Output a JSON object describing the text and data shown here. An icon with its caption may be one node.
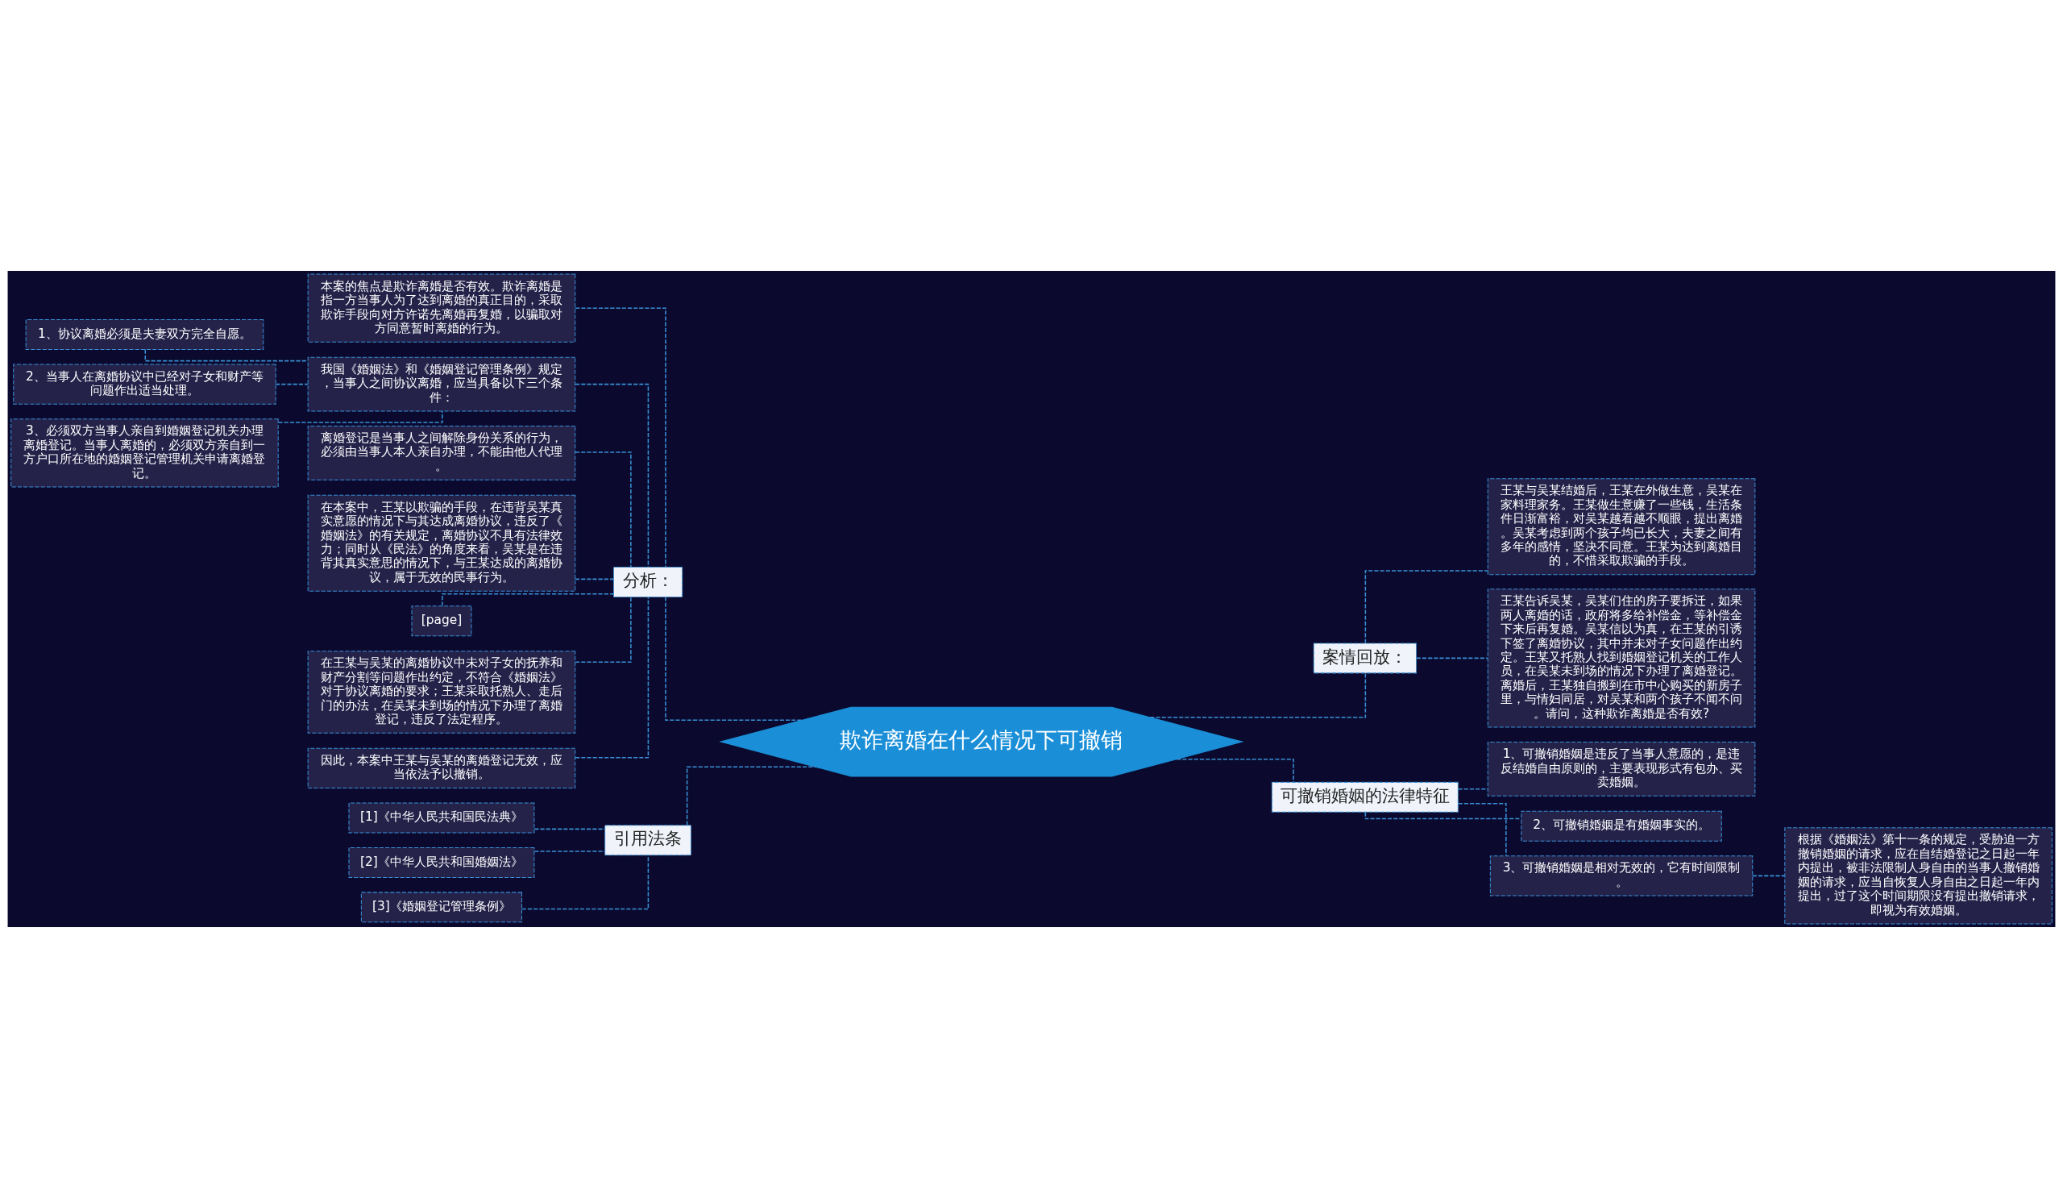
{
  "diagram": {
    "nodes": [
      {
        "text": [
          "欺诈离婚在什么情况下可撤销"
        ]
      },
      {
        "text": [
          "分析："
        ]
      },
      {
        "text": [
          "本案的焦点是欺诈离婚是否有效。欺诈离婚是指一方当事人为了达到离婚的真正目的，采取欺诈手段向对方许诺先离婚再复婚，以骗取对方同意暂时离婚的行为。"
        ]
      },
      {
        "text": [
          "我国《婚姻法》和《婚姻登记管理条例》规定，当事人之间协议离婚，应当具备以下三个条件："
        ]
      },
      {
        "text": [
          "1、协议离婚必须是夫妻双方完全自愿。"
        ]
      },
      {
        "text": [
          "2、当事人在离婚协议中已经对子女和财产等问题作出适当处理。"
        ]
      },
      {
        "text": [
          "3、必须双方当事人亲自到婚姻登记机关办理离婚登记。当事人离婚的，必须双方亲自到一方户口所在地的婚姻登记管理机关申请离婚登记。"
        ]
      },
      {
        "text": [
          "离婚登记是当事人之间解除身份关系的行为，必须由当事人本人亲自办理，不能由他人代理。"
        ]
      },
      {
        "text": [
          "在本案中，王某以欺骗的手段，在违背吴某真实意愿的情况下与其达成离婚协议，违反了《婚姻法》的有关规定，离婚协议不具有法律效力；同时从《民法》的角度来看，吴某是在违背其真实意思的情况下，与王某达成的离婚协议，属于无效的民事行为。"
        ]
      },
      {
        "text": [
          "[page]"
        ]
      },
      {
        "text": [
          "在王某与吴某的离婚协议中未对子女的抚养和财产分割等问题作出约定，不符合《婚姻法》对于协议离婚的要求；王某采取托熟人、走后门的办法，在吴某未到场的情况下办理了离婚登记，违反了法定程序。"
        ]
      },
      {
        "text": [
          "因此，本案中王某与吴某的离婚登记无效，应当依法予以撤销。"
        ]
      },
      {
        "text": [
          "引用法条"
        ]
      },
      {
        "text": [
          "[1]《中华人民共和国民法典》"
        ]
      },
      {
        "text": [
          "[2]《中华人民共和国婚姻法》"
        ]
      },
      {
        "text": [
          "[3]《婚姻登记管理条例》"
        ]
      },
      {
        "text": [
          "案情回放："
        ]
      },
      {
        "text": [
          "王某与吴某结婚后，王某在外做生意，吴某在家料理家务。王某做生意赚了一些钱，生活条件日渐富裕，对吴某越看越不顺眼，提出离婚。吴某考虑到两个孩子均已长大，夫妻之间有多年的感情，坚决不同意。王某为达到离婚目的，不惜采取欺骗的手段。"
        ]
      },
      {
        "text": [
          "王某告诉吴某，吴某们住的房子要拆迁，如果两人离婚的话，政府将多给补偿金，等补偿金下来后再复婚。吴某信以为真，在王某的引诱下签了离婚协议，其中并未对子女问题作出约定。王某又托熟人找到婚姻登记机关的工作人员，在吴某未到场的情况下办理了离婚登记。离婚后，王某独自搬到在市中心购买的新房子里，与情妇同居，对吴某和两个孩子不闻不问。请问，这种欺诈离婚是否有效?"
        ]
      },
      {
        "text": [
          "可撤销婚姻的法律特征"
        ]
      },
      {
        "text": [
          "1、可撤销婚姻是违反了当事人意愿的，是违反结婚自由原则的，主要表现形式有包办、买卖婚姻。"
        ]
      },
      {
        "text": [
          "2、可撤销婚姻是有婚姻事实的。"
        ]
      },
      {
        "text": [
          "3、可撤销婚姻是相对无效的，它有时间限制。"
        ]
      },
      {
        "text": [
          "根据《婚姻法》第十一条的规定，受胁迫一方撤销婚姻的请求，应在自结婚登记之日起一年内提出，被非法限制人身自由的当事人撤销婚姻的请求，应当自恢复人身自由之日起一年内提出，过了这个时间期限没有提出撤销请求，即视为有效婚姻。"
        ]
      }
    ],
    "edges": [
      {
        "from": 0,
        "to": 1,
        "arrow": "none"
      },
      {
        "from": 1,
        "to": 2,
        "arrow": "none"
      },
      {
        "from": 1,
        "to": 3,
        "arrow": "none"
      },
      {
        "from": 3,
        "to": 4,
        "arrow": "none"
      },
      {
        "from": 3,
        "to": 5,
        "arrow": "none"
      },
      {
        "from": 3,
        "to": 6,
        "arrow": "none"
      },
      {
        "from": 1,
        "to": 7,
        "arrow": "none"
      },
      {
        "from": 1,
        "to": 8,
        "arrow": "none"
      },
      {
        "from": 1,
        "to": 9,
        "arrow": "none"
      },
      {
        "from": 1,
        "to": 10,
        "arrow": "none"
      },
      {
        "from": 1,
        "to": 11,
        "arrow": "none"
      },
      {
        "from": 0,
        "to": 12,
        "arrow": "none"
      },
      {
        "from": 12,
        "to": 13,
        "arrow": "none"
      },
      {
        "from": 12,
        "to": 14,
        "arrow": "none"
      },
      {
        "from": 12,
        "to": 15,
        "arrow": "none"
      },
      {
        "from": 0,
        "to": 16,
        "arrow": "none"
      },
      {
        "from": 16,
        "to": 17,
        "arrow": "none"
      },
      {
        "from": 16,
        "to": 18,
        "arrow": "none"
      },
      {
        "from": 0,
        "to": 19,
        "arrow": "none"
      },
      {
        "from": 19,
        "to": 20,
        "arrow": "none"
      },
      {
        "from": 19,
        "to": 21,
        "arrow": "none"
      },
      {
        "from": 19,
        "to": 22,
        "arrow": "none"
      },
      {
        "from": 22,
        "to": 23,
        "arrow": "none"
      }
    ]
  }
}
